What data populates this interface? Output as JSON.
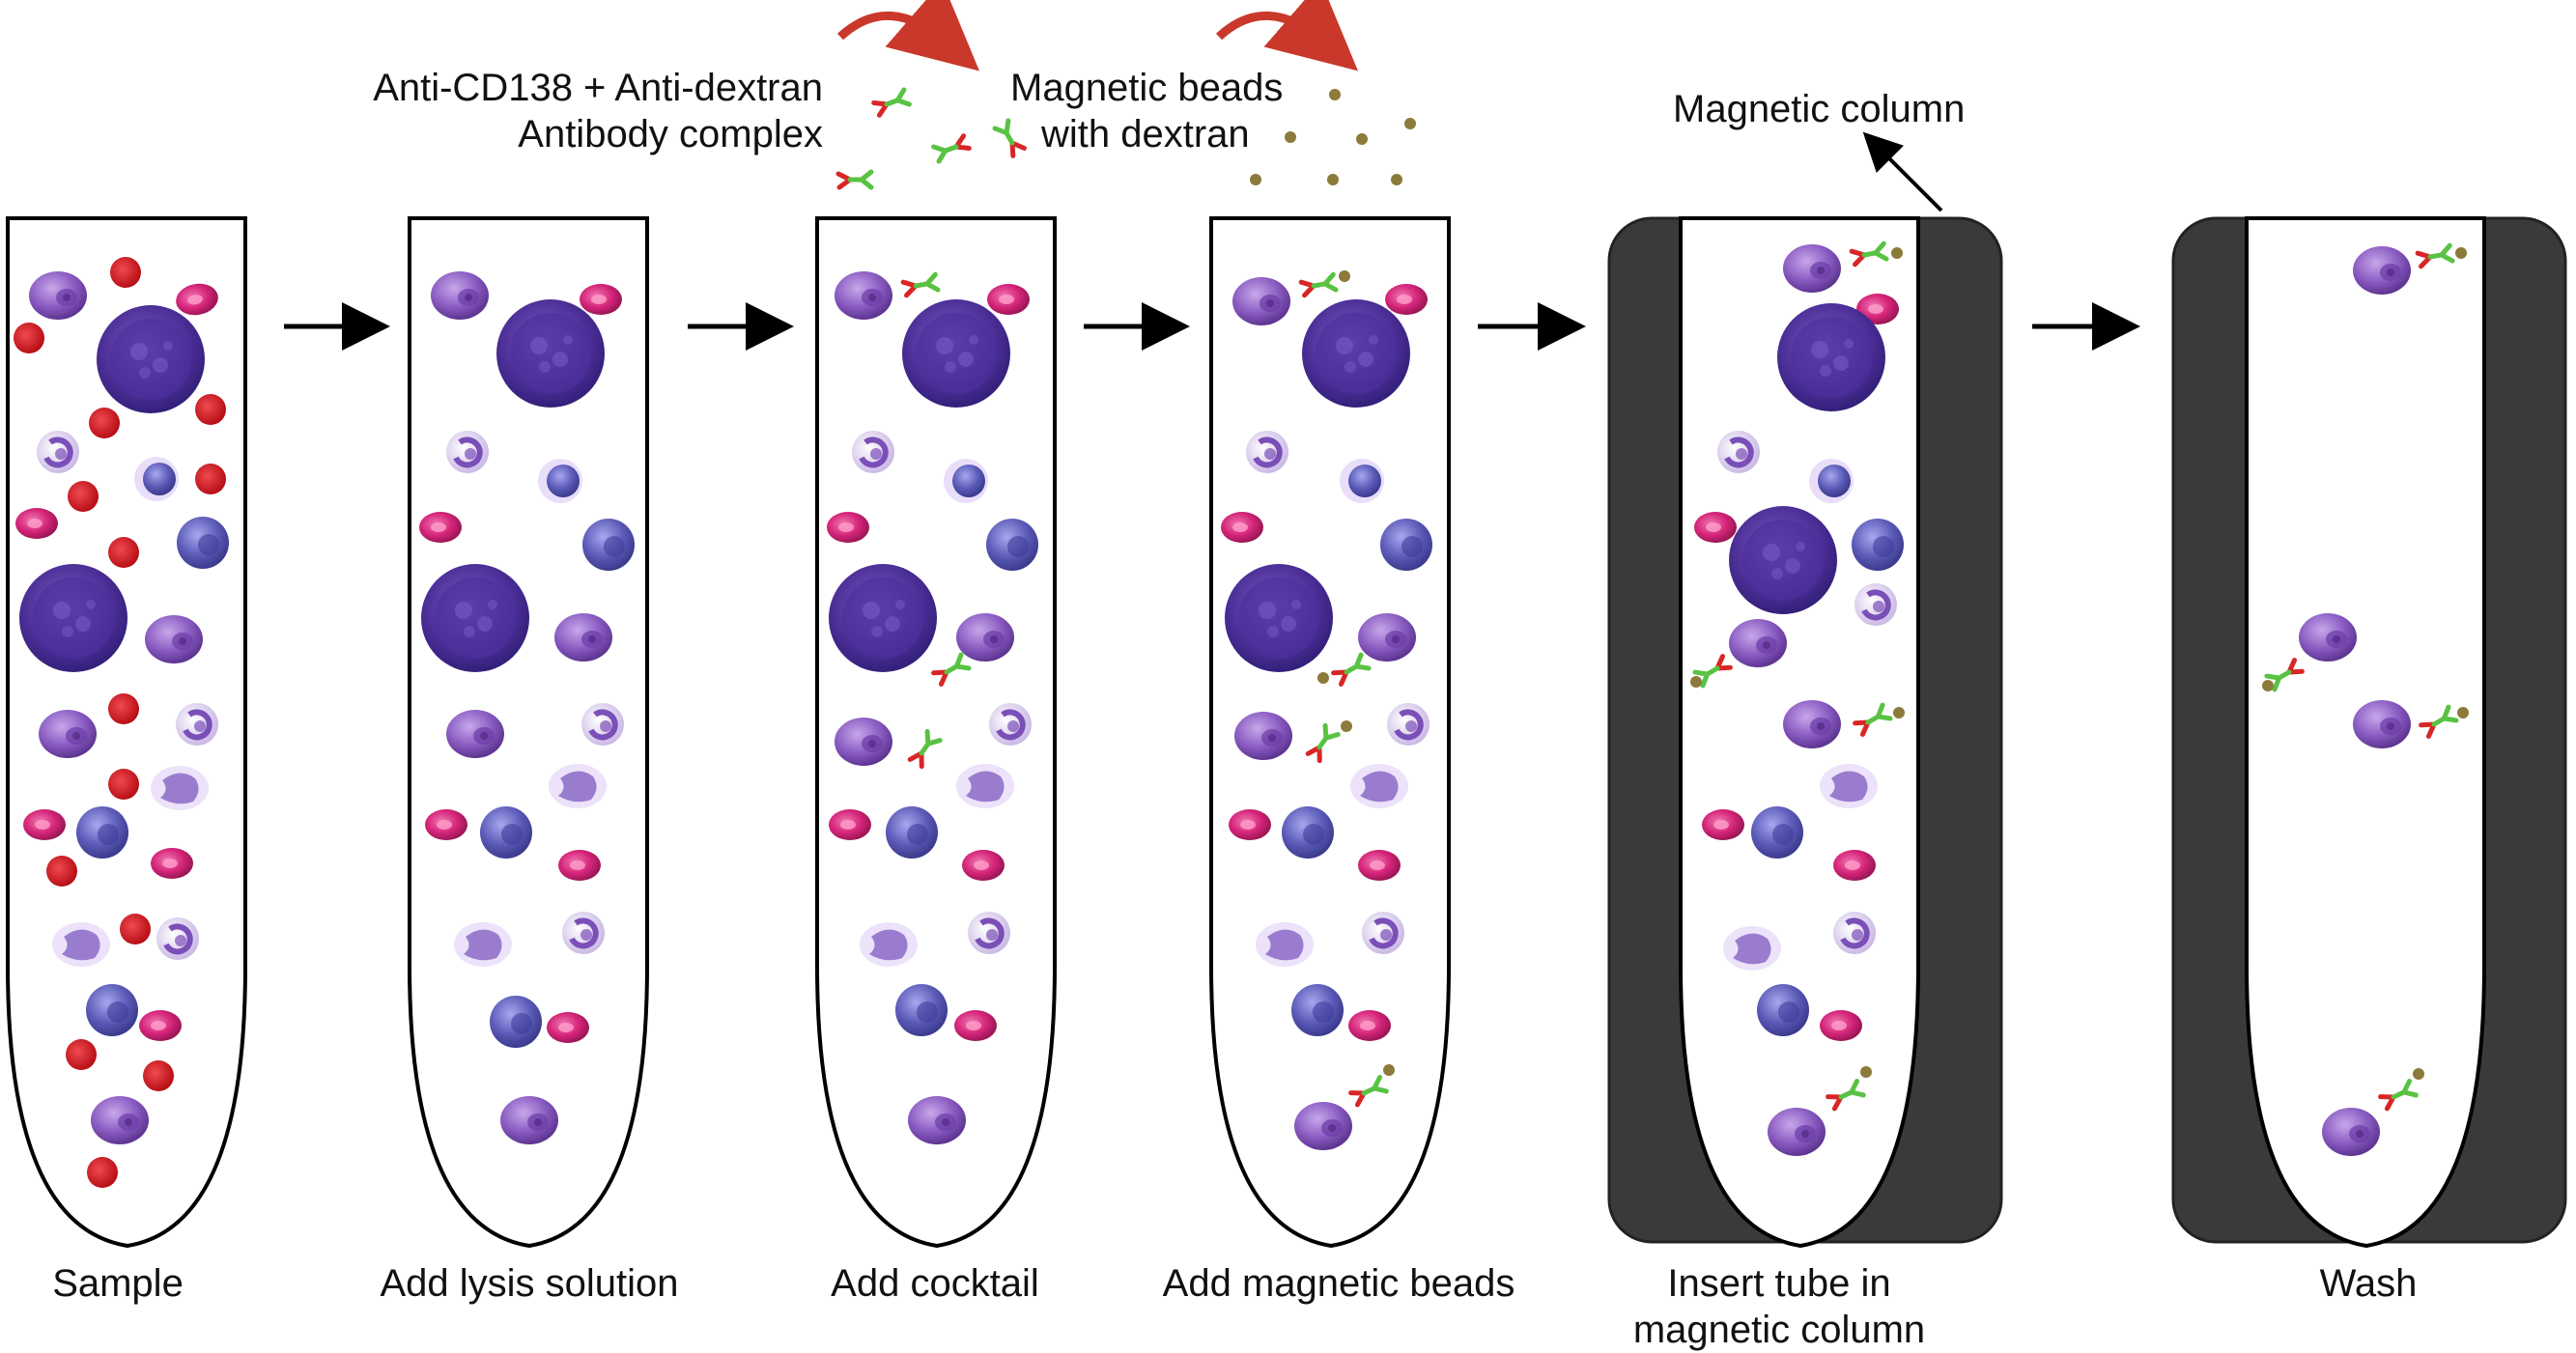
{
  "annotations": {
    "antibody_line1": "Anti-CD138 + Anti-dextran",
    "antibody_line2": "Antibody complex",
    "beads_line1": "Magnetic beads",
    "beads_line2": "with dextran",
    "column": "Magnetic column"
  },
  "steps": [
    {
      "label": "Sample"
    },
    {
      "label": "Add lysis solution"
    },
    {
      "label": "Add cocktail"
    },
    {
      "label": "Add magnetic beads"
    },
    {
      "label_line1": "Insert tube in",
      "label_line2": "magnetic column"
    },
    {
      "label": "Wash"
    }
  ],
  "colors": {
    "tube_outline": "#000000",
    "magnet": "#3a3a3a",
    "rbc": "#d3141b",
    "plasma_cell": "#8a5cc2",
    "large_cell": "#5a3a9e",
    "lymphocyte": "#5b5bb8",
    "eosinophil": "#d6257a",
    "antibody_red": "#d82626",
    "antibody_green": "#59c243",
    "bead": "#8c7a3a",
    "curved_arrow": "#c9382a"
  }
}
